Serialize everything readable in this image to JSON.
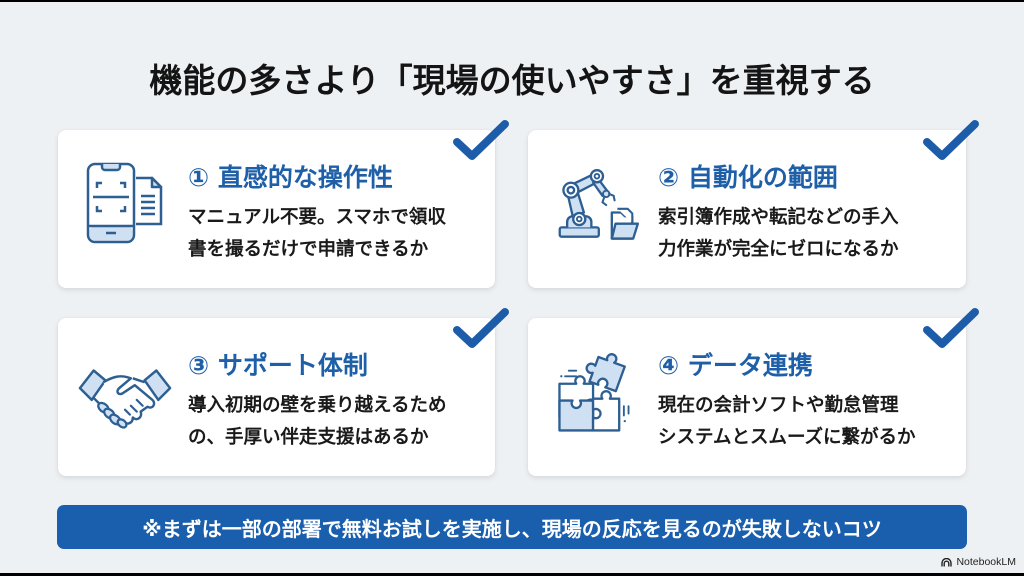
{
  "slide": {
    "title": "機能の多さより「現場の使いやすさ」を重視する",
    "cards": [
      {
        "number": "①",
        "heading": "① 直感的な操作性",
        "desc_line1": "マニュアル不要。スマホで領収",
        "desc_line2": "書を撮るだけで申請できるか",
        "icon": "smartphone-scan-document-icon",
        "checked": true
      },
      {
        "number": "②",
        "heading": "② 自動化の範囲",
        "desc_line1": "索引簿作成や転記などの手入",
        "desc_line2": "力作業が完全にゼロになるか",
        "icon": "robot-arm-folder-icon",
        "checked": true
      },
      {
        "number": "③",
        "heading": "③ サポート体制",
        "desc_line1": "導入初期の壁を乗り越えるため",
        "desc_line2": "の、手厚い伴走支援はあるか",
        "icon": "handshake-icon",
        "checked": true
      },
      {
        "number": "④",
        "heading": "④ データ連携",
        "desc_line1": "現在の会計ソフトや勤怠管理",
        "desc_line2": "システムとスムーズに繋がるか",
        "icon": "puzzle-pieces-icon",
        "checked": true
      }
    ],
    "banner": "※まずは一部の部署で無料お試しを実施し、現場の反応を見るのが失敗しないコツ",
    "brand": "NotebookLM"
  },
  "colors": {
    "background": "#eef1f4",
    "accent": "#1e5fa8",
    "banner": "#1a5eae",
    "check": "#1c5ca8",
    "icon_stroke": "#2d5f93",
    "icon_fill": "#cfe0f3"
  }
}
